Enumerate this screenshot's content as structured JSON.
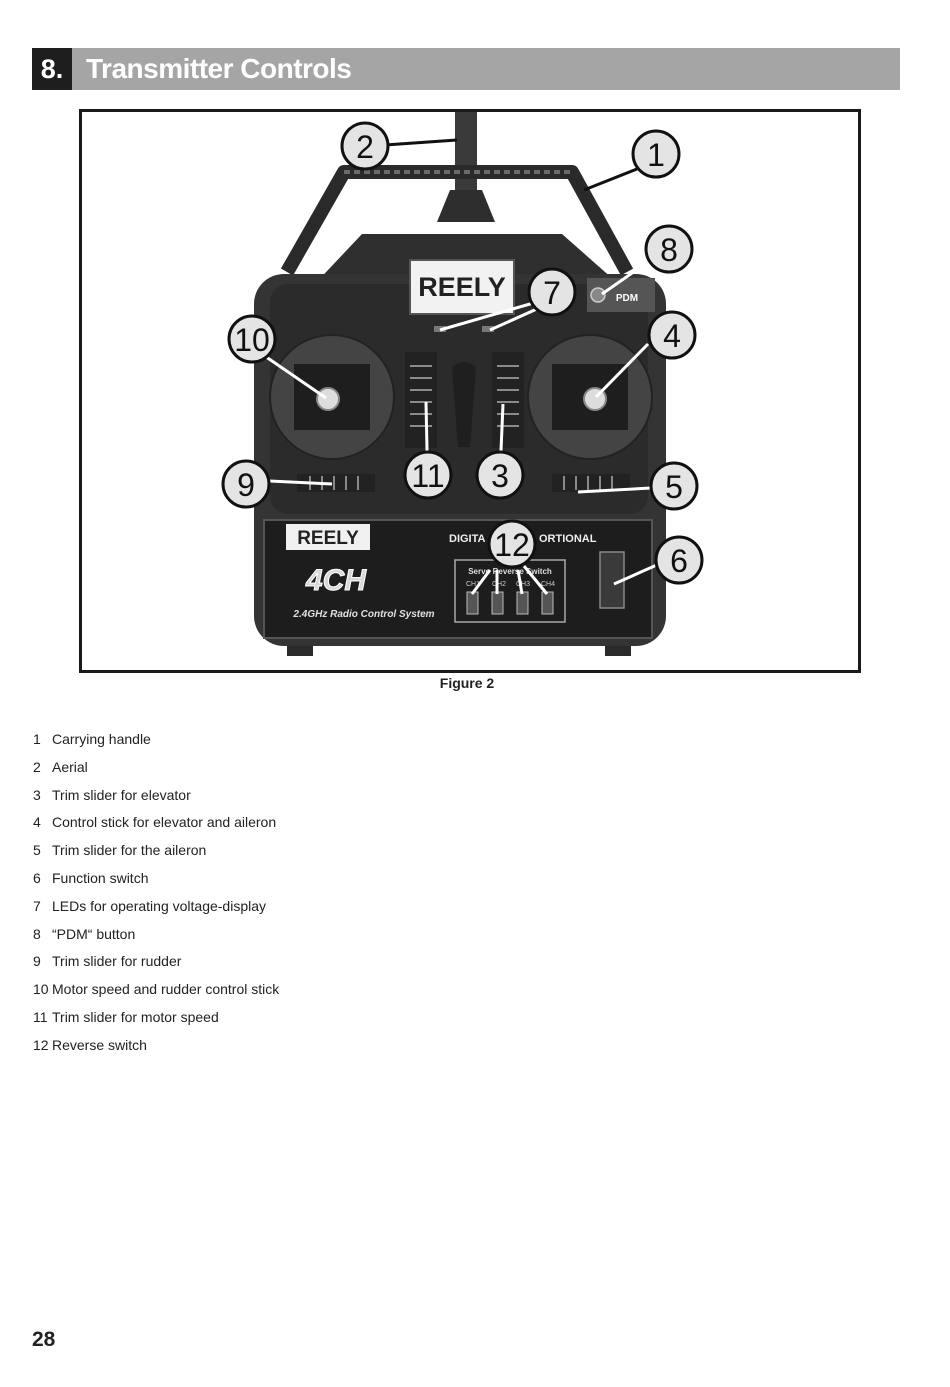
{
  "section": {
    "number": "8.",
    "title": "Transmitter Controls"
  },
  "figure": {
    "caption": "Figure 2",
    "brand_top": "REELY",
    "brand_bottom": "REELY",
    "pdm_label": "PDM",
    "model_label": "4CH",
    "system_label": "2.4GHz Radio Control System",
    "digital_label": "DIGITA",
    "proportional_label": "ORTIONAL",
    "servo_label": "Servo Reverse Switch",
    "channels": [
      "CH1",
      "CH2",
      "CH3",
      "CH4"
    ],
    "callouts": [
      "1",
      "2",
      "3",
      "4",
      "5",
      "6",
      "7",
      "8",
      "9",
      "10",
      "11",
      "12"
    ]
  },
  "legend": [
    {
      "num": "1",
      "text": "Carrying handle"
    },
    {
      "num": "2",
      "text": "Aerial"
    },
    {
      "num": "3",
      "text": "Trim slider for elevator"
    },
    {
      "num": "4",
      "text": "Control stick for elevator and aileron"
    },
    {
      "num": "5",
      "text": "Trim slider for the aileron"
    },
    {
      "num": "6",
      "text": "Function switch"
    },
    {
      "num": "7",
      "text": "LEDs for operating voltage-display"
    },
    {
      "num": "8",
      "text": "“PDM“ button"
    },
    {
      "num": "9",
      "text": "Trim slider for rudder"
    },
    {
      "num": "10",
      "text": "Motor speed and rudder control stick"
    },
    {
      "num": "11",
      "text": "Trim slider for motor speed"
    },
    {
      "num": "12",
      "text": "Reverse switch"
    }
  ],
  "page_number": "28"
}
